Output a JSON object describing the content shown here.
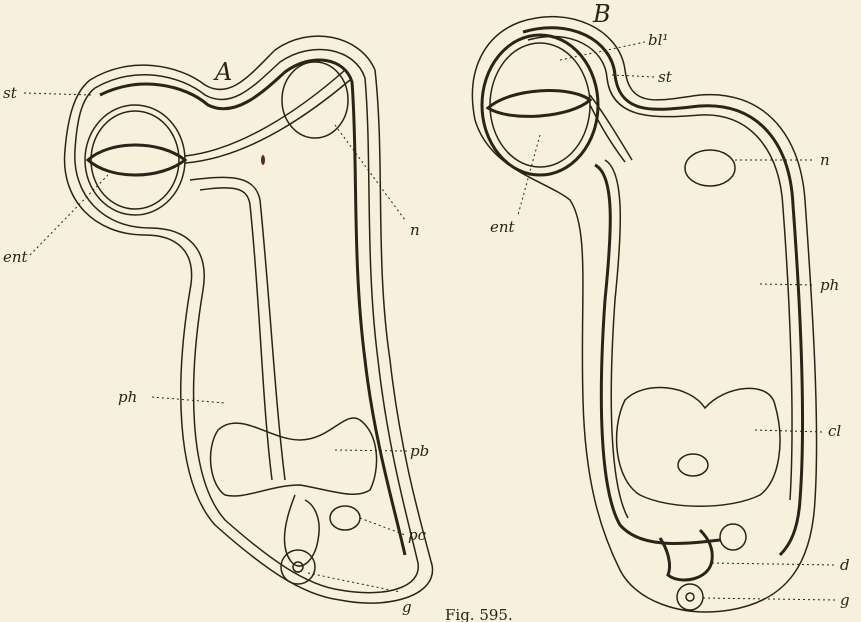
{
  "figure": {
    "caption": "Fig. 595.",
    "panel_a": {
      "letter": "A",
      "labels": {
        "st": "st",
        "ent": "ent",
        "n": "n",
        "ph": "ph",
        "pb": "pb",
        "pc": "pc",
        "g": "g"
      }
    },
    "panel_b": {
      "letter": "B",
      "labels": {
        "bl1": "bl¹",
        "st": "st",
        "ent": "ent",
        "n": "n",
        "ph": "ph",
        "cl": "cl",
        "d": "d",
        "g": "g"
      }
    }
  }
}
